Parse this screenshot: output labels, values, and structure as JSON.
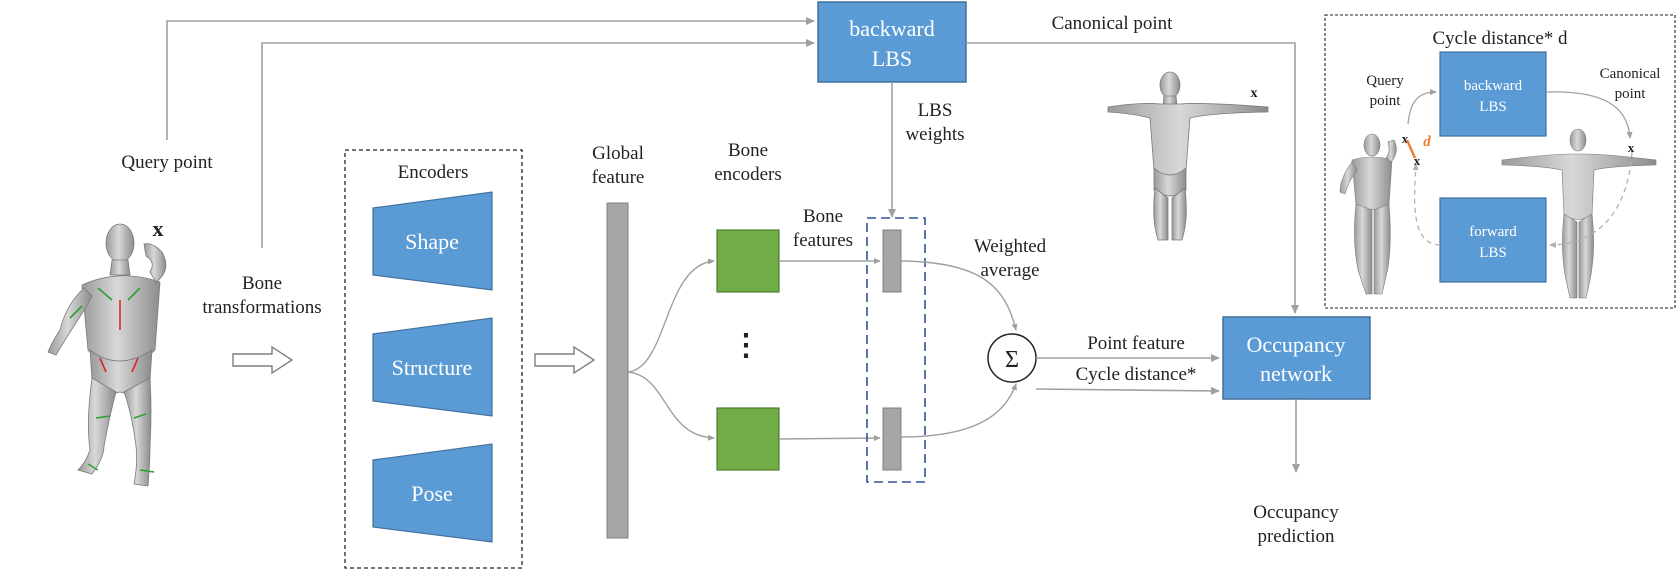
{
  "labels": {
    "query_point": "Query point",
    "bone_transformations_1": "Bone",
    "bone_transformations_2": "transformations",
    "encoders_title": "Encoders",
    "global_feature_1": "Global",
    "global_feature_2": "feature",
    "bone_encoders_1": "Bone",
    "bone_encoders_2": "encoders",
    "bone_features_1": "Bone",
    "bone_features_2": "features",
    "lbs_weights_1": "LBS",
    "lbs_weights_2": "weights",
    "canonical_point": "Canonical point",
    "weighted_average_1": "Weighted",
    "weighted_average_2": "average",
    "sigma": "Σ",
    "point_feature": "Point feature",
    "cycle_distance": "Cycle distance*",
    "occupancy_prediction_1": "Occupancy",
    "occupancy_prediction_2": "prediction",
    "ellipsis": "⋮",
    "cross": "x"
  },
  "boxes": {
    "backward_lbs_1": "backward",
    "backward_lbs_2": "LBS",
    "occupancy_network_1": "Occupancy",
    "occupancy_network_2": "network"
  },
  "encoders": [
    "Shape",
    "Structure",
    "Pose"
  ],
  "inset": {
    "title": "Cycle distance* d",
    "query_point_1": "Query",
    "query_point_2": "point",
    "canonical_point_1": "Canonical",
    "canonical_point_2": "point",
    "backward_1": "backward",
    "backward_2": "LBS",
    "forward_1": "forward",
    "forward_2": "LBS",
    "d": "d"
  },
  "colors": {
    "box_blue": "#5b9bd5",
    "box_border": "#41719c",
    "bone_green": "#70ad47",
    "bar_gray": "#a6a6a6",
    "arrow_gray": "#a0a0a0",
    "dash_blue": "#2f5597",
    "accent_orange": "#ed7d31"
  }
}
